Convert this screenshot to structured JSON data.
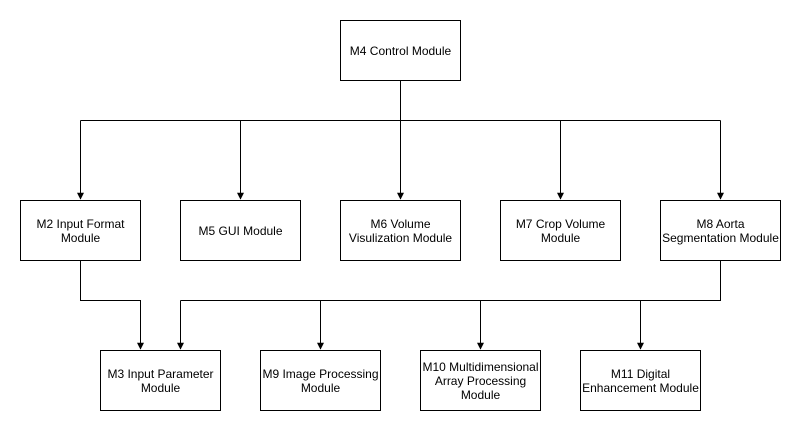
{
  "diagram": {
    "modules": {
      "m4": "M4 Control Module",
      "m2": "M2 Input Format\nModule",
      "m5": "M5 GUI Module",
      "m6": "M6 Volume\nVisulization Module",
      "m7": "M7 Crop Volume\nModule",
      "m8": "M8 Aorta\nSegmentation Module",
      "m3": "M3 Input Parameter\nModule",
      "m9": "M9 Image Processing\nModule",
      "m10": "M10 Multidimensional\nArray Processing\nModule",
      "m11": "M11 Digital\nEnhancement Module"
    },
    "edges": [
      [
        "m4",
        "m2"
      ],
      [
        "m4",
        "m5"
      ],
      [
        "m4",
        "m6"
      ],
      [
        "m4",
        "m7"
      ],
      [
        "m4",
        "m8"
      ],
      [
        "m2",
        "m3"
      ],
      [
        "m8",
        "m3"
      ],
      [
        "m8",
        "m9"
      ],
      [
        "m8",
        "m10"
      ],
      [
        "m8",
        "m11"
      ]
    ],
    "colors": {
      "stroke": "#000000",
      "fill": "#ffffff"
    }
  }
}
